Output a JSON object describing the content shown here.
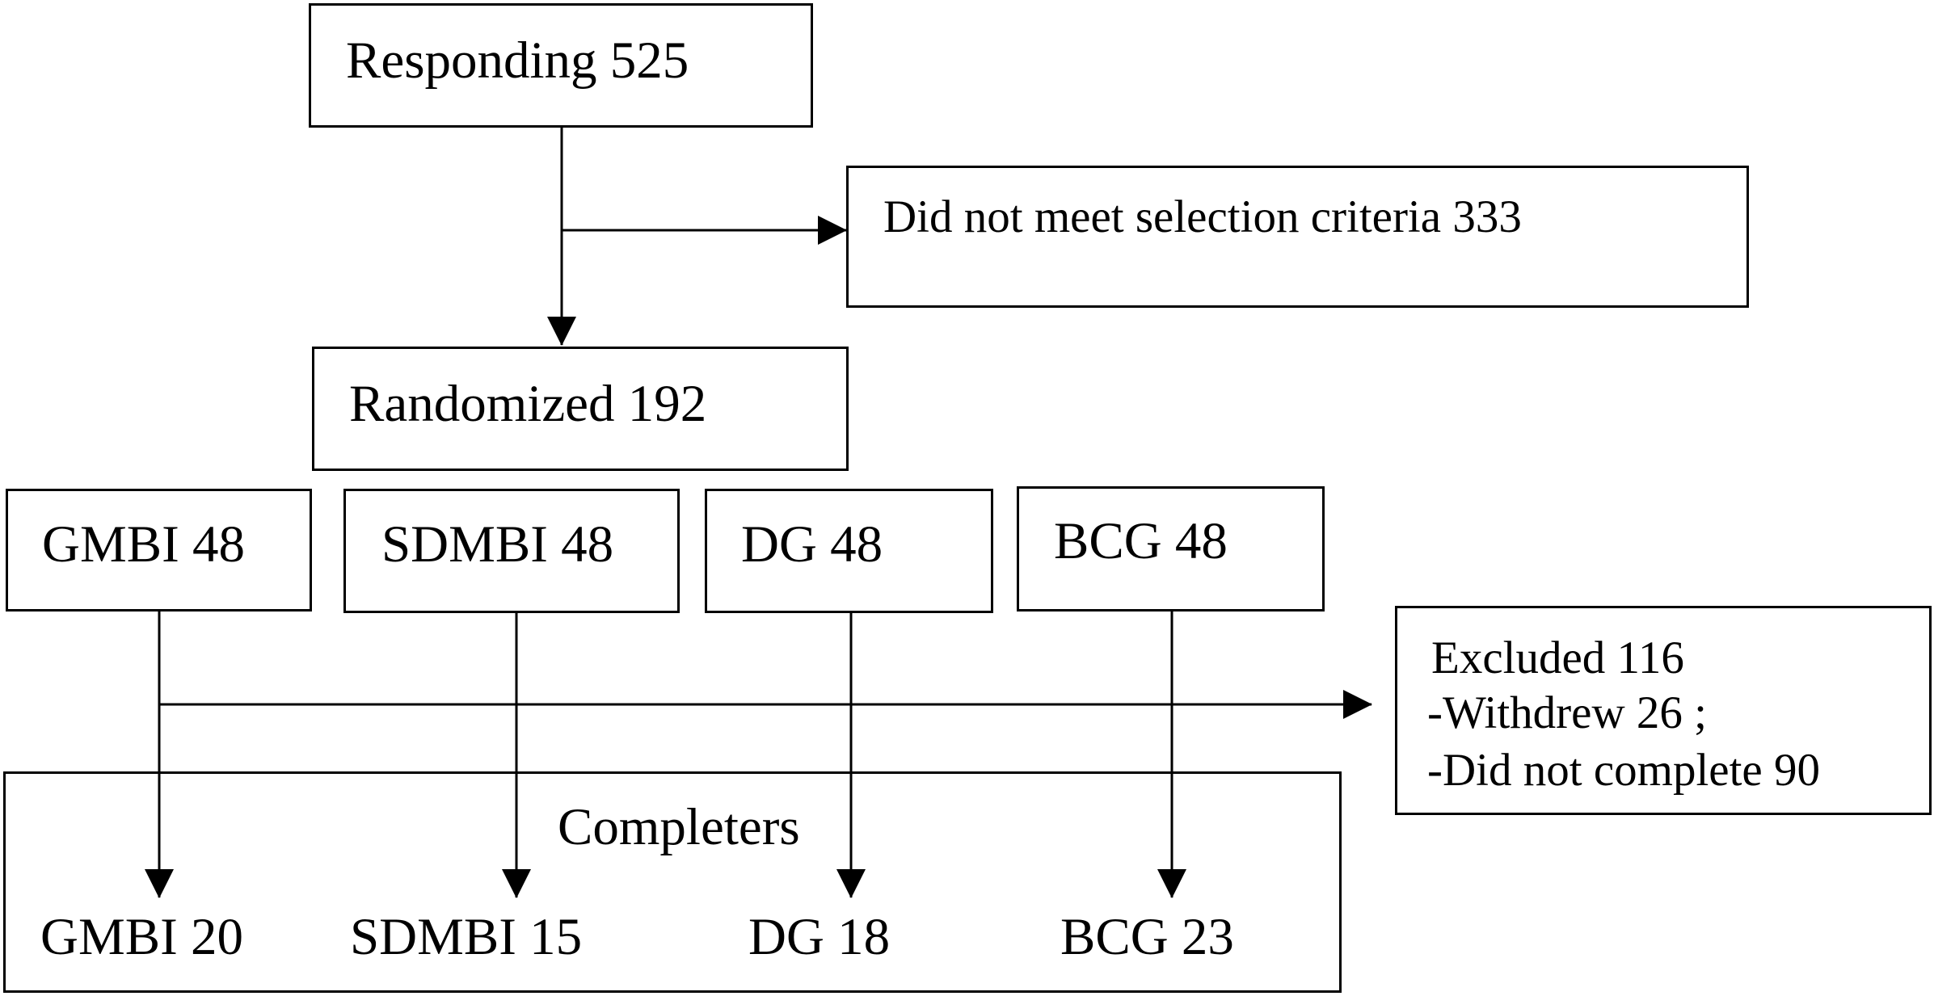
{
  "responding": {
    "label": "Responding 525"
  },
  "excluded_screening": {
    "label": "Did not meet selection criteria 333"
  },
  "randomized": {
    "label": "Randomized 192"
  },
  "groups": [
    {
      "label": "GMBI 48"
    },
    {
      "label": "SDMBI 48"
    },
    {
      "label": "DG 48"
    },
    {
      "label": "BCG 48"
    }
  ],
  "excluded_followup": {
    "title": "Excluded 116",
    "withdrew": "-Withdrew 26 ;",
    "did_not_complete": "-Did not complete  90"
  },
  "completers": {
    "title": "Completers",
    "groups": [
      {
        "label": "GMBI 20"
      },
      {
        "label": "SDMBI 15"
      },
      {
        "label": "DG 18"
      },
      {
        "label": "BCG 23"
      }
    ]
  }
}
